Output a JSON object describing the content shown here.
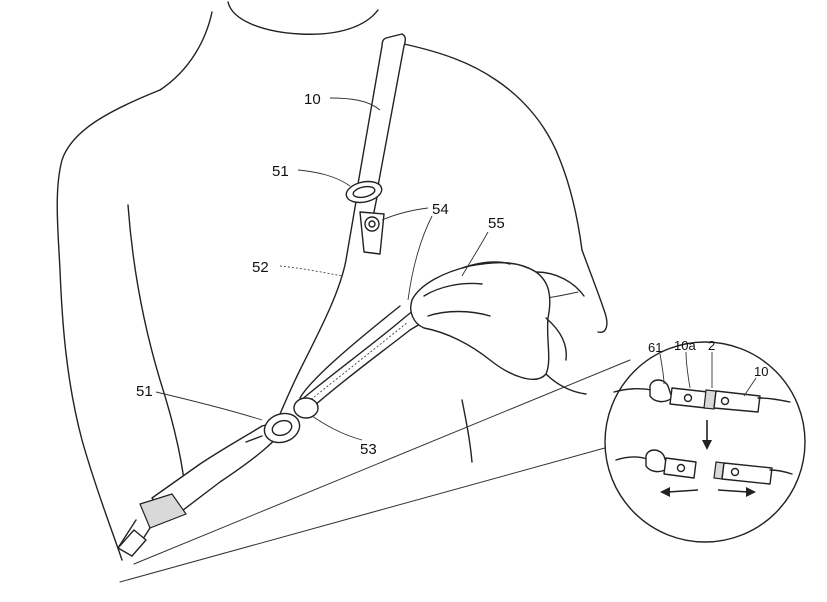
{
  "labels": {
    "strap_main": "10",
    "ring_upper": "51",
    "snap_upper": "54",
    "strap_sub": "52",
    "grip_hand": "55",
    "ring_lower": "51",
    "slider": "53"
  },
  "detail": {
    "hook": "61",
    "strap_end": "10a",
    "connector": "2",
    "strap": "10"
  }
}
